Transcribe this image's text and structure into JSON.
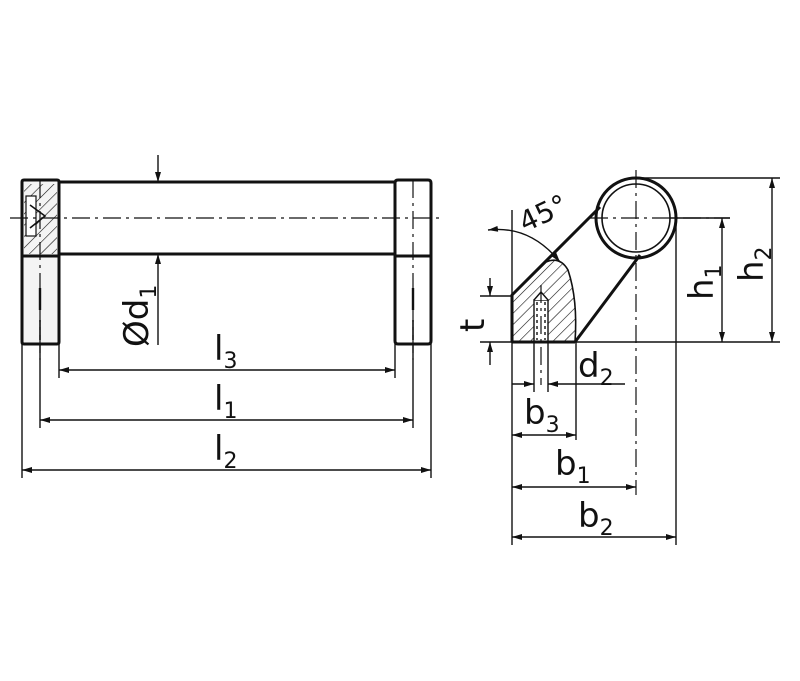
{
  "labels": {
    "l1": "l",
    "l1_sub": "1",
    "l2": "l",
    "l2_sub": "2",
    "l3": "l",
    "l3_sub": "3",
    "d1": "Ød",
    "d1_sub": "1",
    "t": "t",
    "angle": "45°",
    "h1": "h",
    "h1_sub": "1",
    "h2": "h",
    "h2_sub": "2",
    "d2": "d",
    "d2_sub": "2",
    "b1": "b",
    "b1_sub": "1",
    "b2": "b",
    "b2_sub": "2",
    "b3": "b",
    "b3_sub": "3"
  },
  "colors": {
    "line": "#111111",
    "background": "#ffffff",
    "hatch": "#111111"
  }
}
